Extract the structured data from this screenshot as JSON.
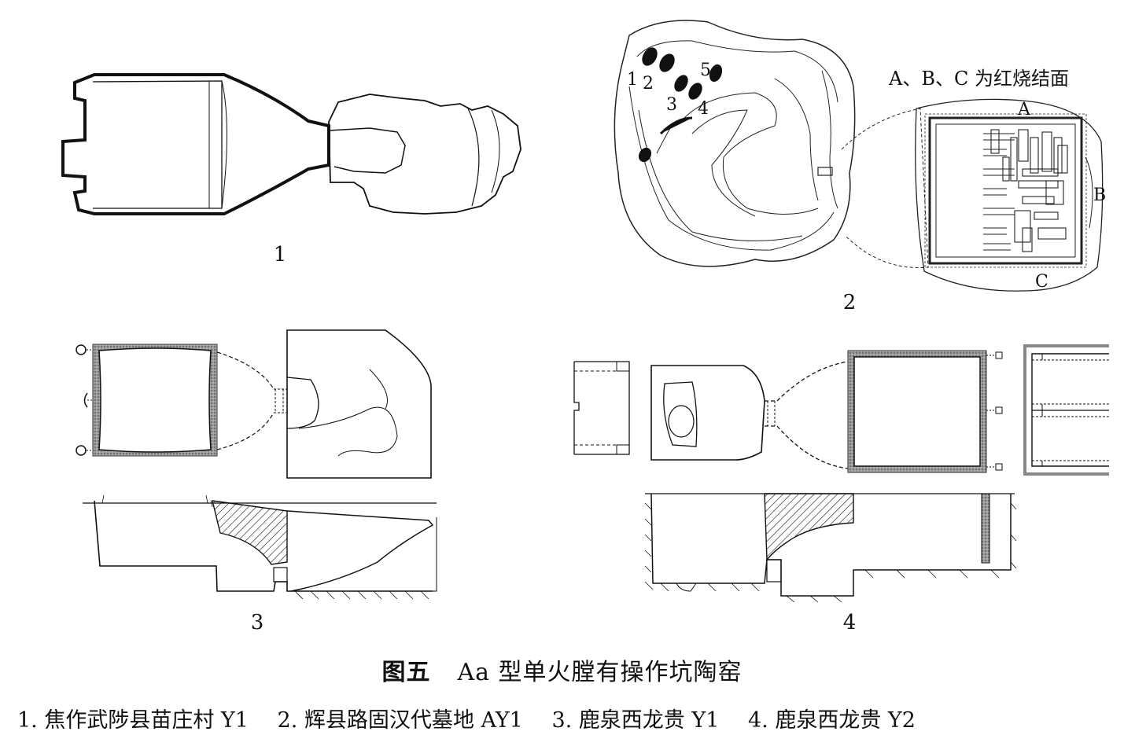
{
  "figure": {
    "number": "图五",
    "title": "Aa 型单火膛有操作坑陶窑",
    "items": [
      "1. 焦作武陟县苗庄村 Y1",
      "2. 辉县路固汉代墓地 AY1",
      "3. 鹿泉西龙贵 Y1",
      "4. 鹿泉西龙贵 Y2"
    ]
  },
  "panels": {
    "p1": {
      "label": "1"
    },
    "p2": {
      "label": "2",
      "legend": "A、B、C 为红烧结面",
      "surface_labels": [
        "A",
        "B",
        "C"
      ],
      "hole_numbers": [
        "1",
        "2",
        "3",
        "4",
        "5"
      ]
    },
    "p3": {
      "label": "3"
    },
    "p4": {
      "label": "4"
    }
  }
}
